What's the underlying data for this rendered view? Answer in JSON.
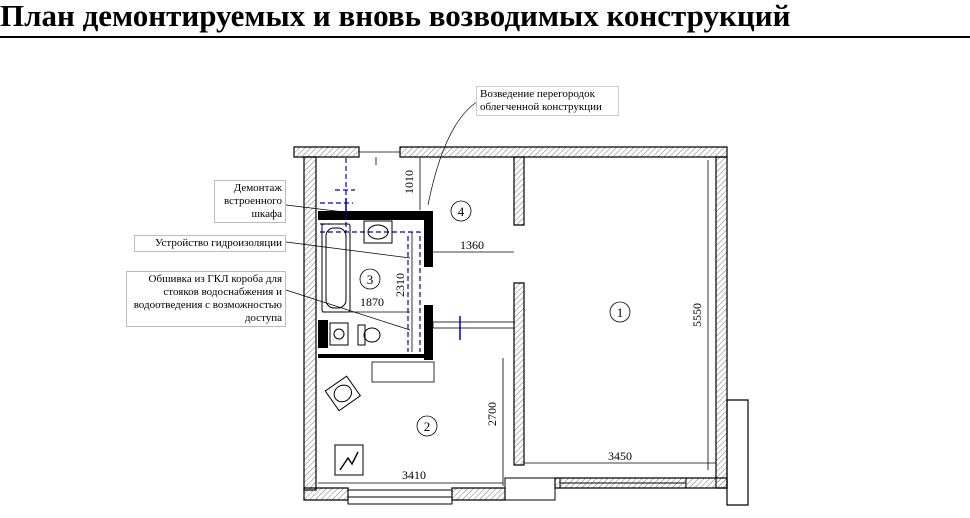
{
  "title": "План демонтируемых и вновь возводимых конструкций",
  "annotations": {
    "partitions": "Возведение перегородок облегченной конструкции",
    "wardrobe": "Демонтаж встроенного шкафа",
    "waterproofing": "Устройство гидроизоляции",
    "drywall_box": "Обшивка из ГКЛ короба для стояков водоснабжения и водоотведения с возможностью доступа"
  },
  "rooms": [
    "1",
    "2",
    "3",
    "4"
  ],
  "dimensions": {
    "corridor_depth": "1010",
    "corridor_width": "1360",
    "bath_width": "1870",
    "bath_depth": "2310",
    "room_height": "5550",
    "room_width": "3450",
    "kitchen_depth": "2700",
    "kitchen_width": "3410"
  },
  "colors": {
    "lines": "#000000",
    "new_elements": "#0000cc",
    "hatch": "#777777"
  }
}
